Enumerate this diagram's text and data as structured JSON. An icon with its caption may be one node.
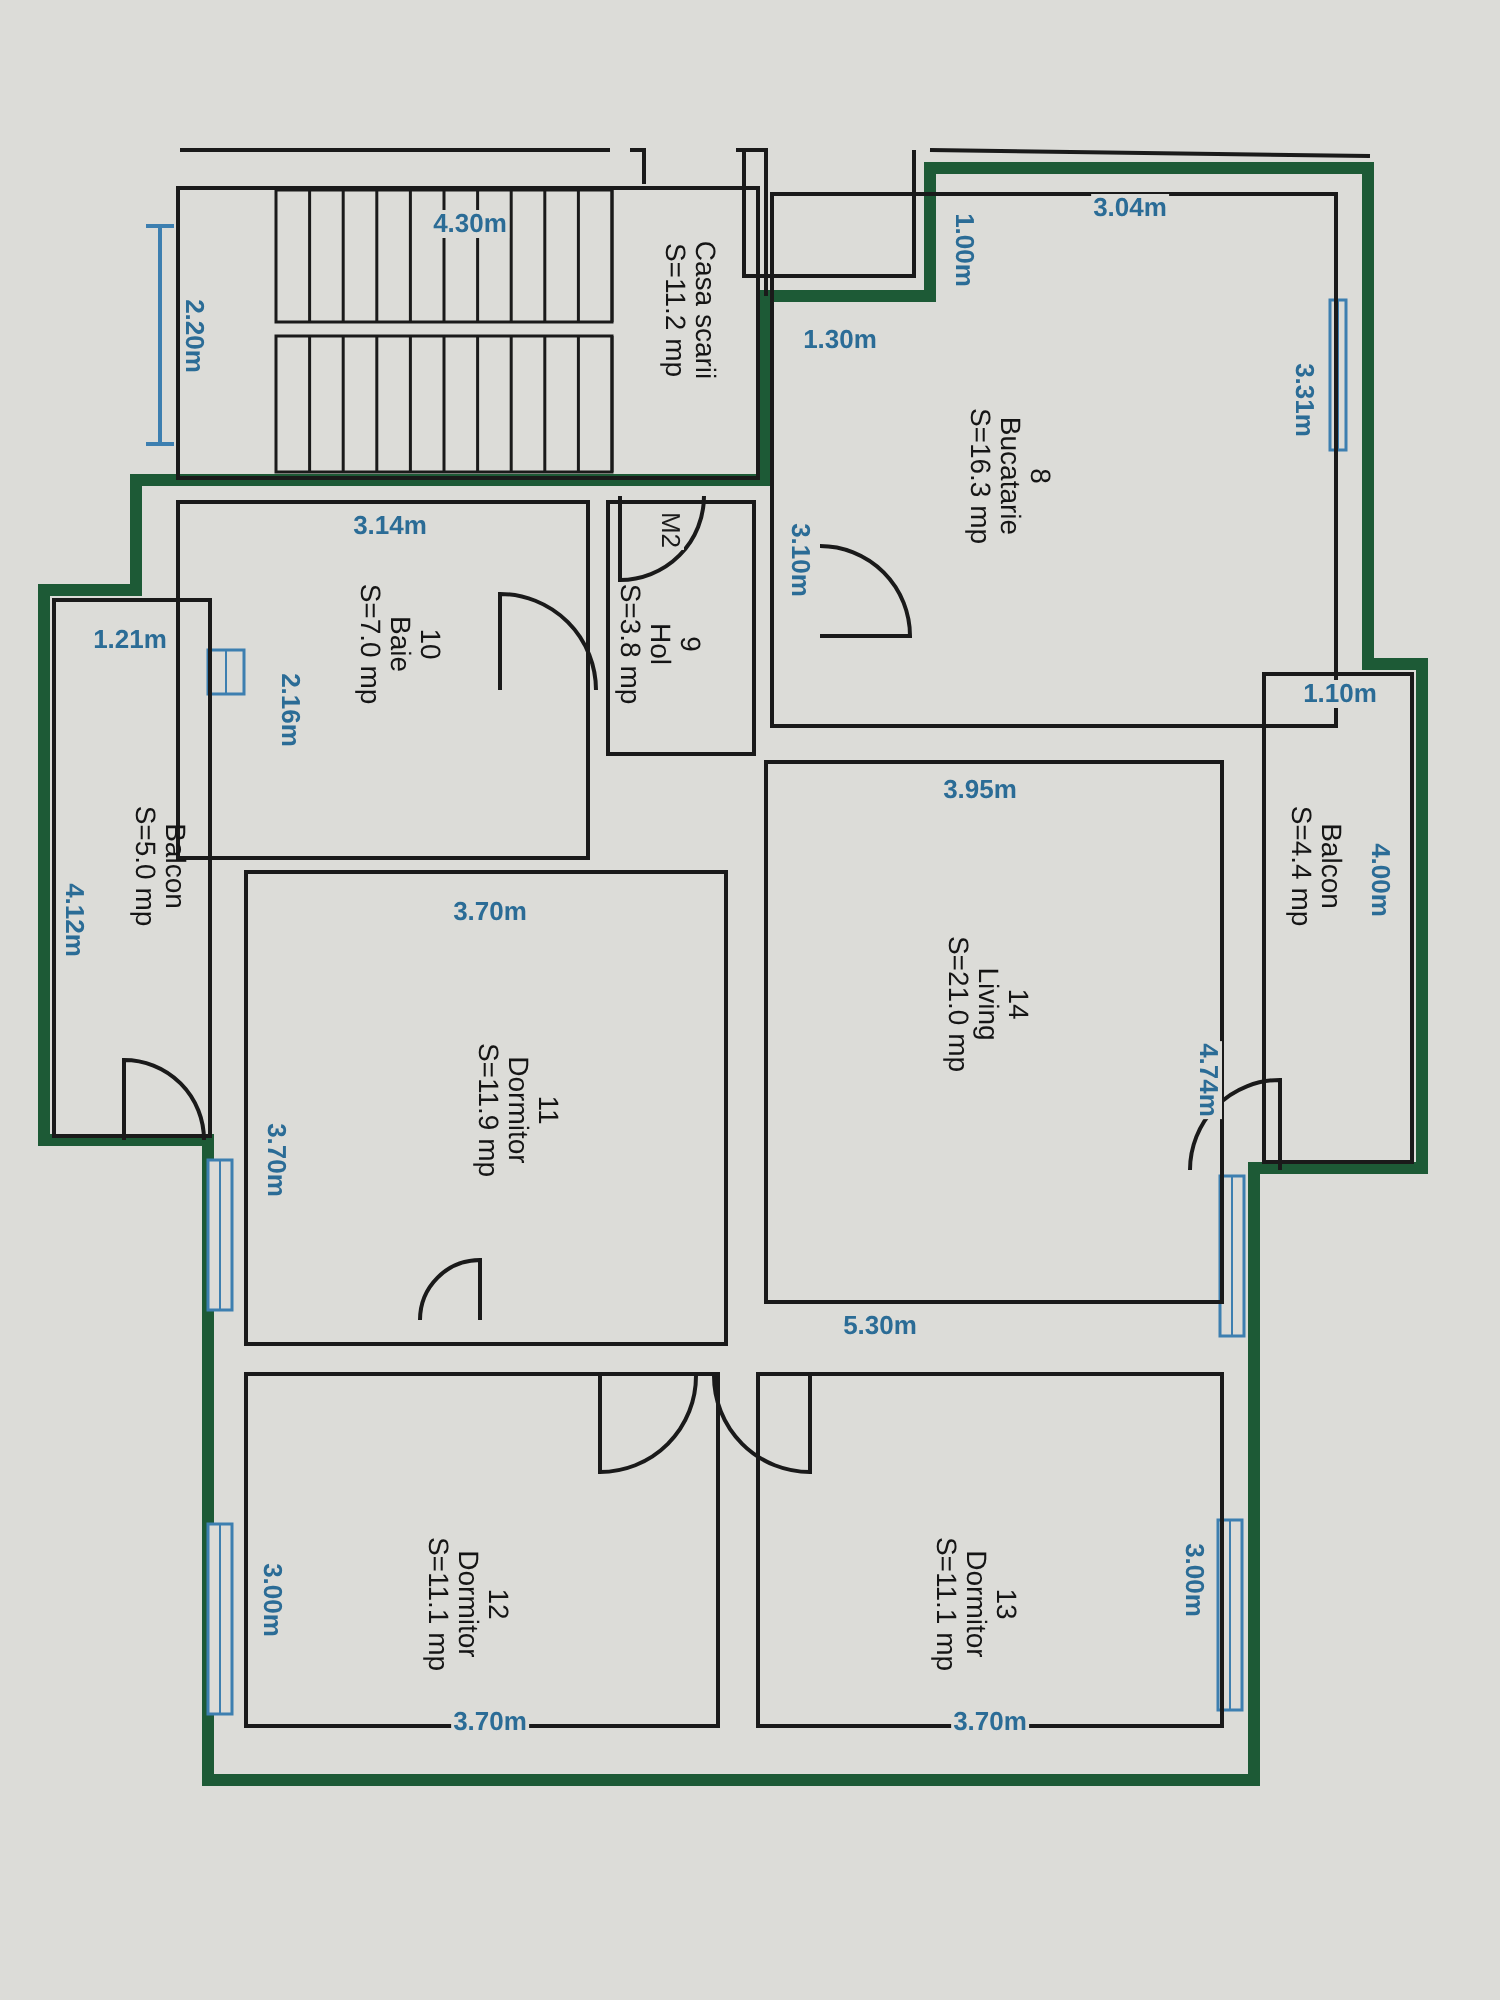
{
  "diagram": {
    "nodes": [
      {
        "text": [
          "Casa scarii",
          "S=11.2 mp"
        ]
      },
      {
        "text": [
          "8",
          "Bucatarie",
          "S=16.3 mp"
        ]
      },
      {
        "text": [
          "10",
          "Baie",
          "S=7.0 mp"
        ]
      },
      {
        "text": [
          "9",
          "Hol",
          "S=3.8 mp"
        ]
      },
      {
        "text": [
          "Balcon",
          "S=5.0 mp"
        ]
      },
      {
        "text": [
          "Balcon",
          "S=4.4 mp"
        ]
      },
      {
        "text": [
          "14",
          "Living",
          "S=21.0 mp"
        ]
      },
      {
        "text": [
          "11",
          "Dormitor",
          "S=11.9 mp"
        ]
      },
      {
        "text": [
          "12",
          "Dormitor",
          "S=11.1 mp"
        ]
      },
      {
        "text": [
          "13",
          "Dormitor",
          "S=11.1 mp"
        ]
      }
    ],
    "labels": [
      "4.30m",
      "2.20m",
      "3.04m",
      "1.00m",
      "1.30m",
      "3.31m",
      "3.14m",
      "M2",
      "3.10m",
      "1.21m",
      "2.16m",
      "1.10m",
      "3.95m",
      "4.12m",
      "4.00m",
      "3.70m",
      "3.70m",
      "4.74m",
      "5.30m",
      "3.00m",
      "3.00m",
      "3.70m",
      "3.70m"
    ]
  }
}
